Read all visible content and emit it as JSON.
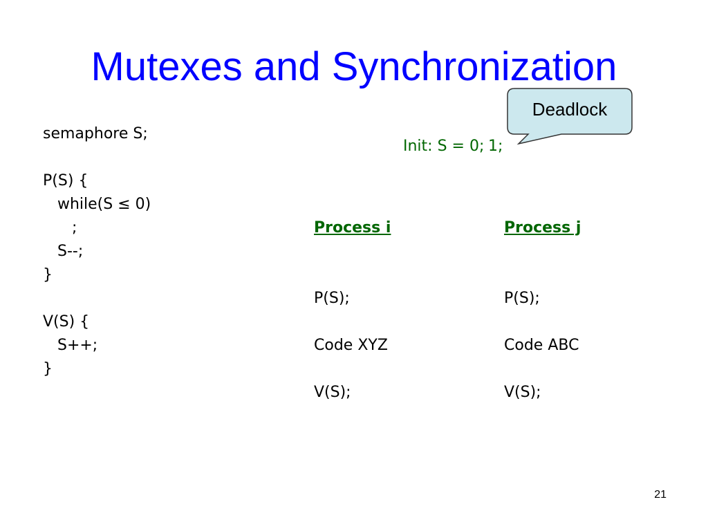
{
  "slide": {
    "title": "Mutexes and Synchronization",
    "page_number": "21"
  },
  "code": {
    "lines": [
      "semaphore S;",
      "P(S) {",
      "   while(S ≤ 0)",
      "      ;",
      "   S--;",
      "}",
      "V(S) {",
      "   S++;",
      "}"
    ]
  },
  "init": {
    "text": "Init: S = 0;",
    "overlay": "1;"
  },
  "callout": {
    "label": "Deadlock",
    "fill_color": "#cce8ee",
    "border_color": "#333333"
  },
  "process_i": {
    "heading": "Process i",
    "acquire": "P(S);",
    "body": "Code XYZ",
    "release": "V(S);"
  },
  "process_j": {
    "heading": "Process j",
    "acquire": "P(S);",
    "body": "Code ABC",
    "release": "V(S);"
  },
  "colors": {
    "title": "#0000ff",
    "heading": "#006600",
    "text": "#000000"
  }
}
